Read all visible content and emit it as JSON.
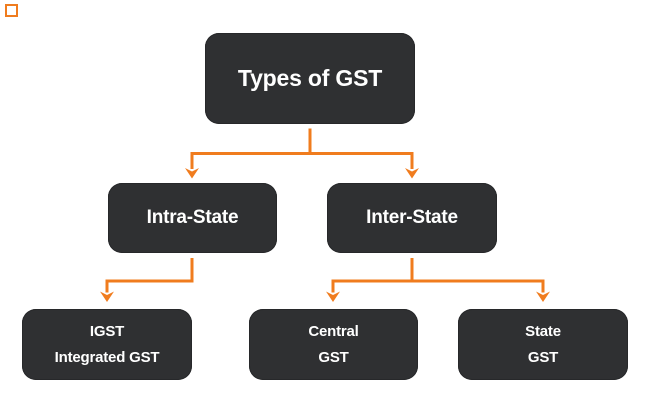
{
  "diagram": {
    "root": {
      "label": "Types of GST"
    },
    "branches": [
      {
        "label": "Intra-State"
      },
      {
        "label": "Inter-State"
      }
    ],
    "leaves": [
      {
        "line1": "IGST",
        "line2": "Integrated GST"
      },
      {
        "line1": "Central",
        "line2": "GST"
      },
      {
        "line1": "State",
        "line2": "GST"
      }
    ]
  },
  "colors": {
    "connector": "#f07c1e",
    "node_fill": "#2f3032",
    "node_text": "#ffffff",
    "background": "#ffffff"
  }
}
